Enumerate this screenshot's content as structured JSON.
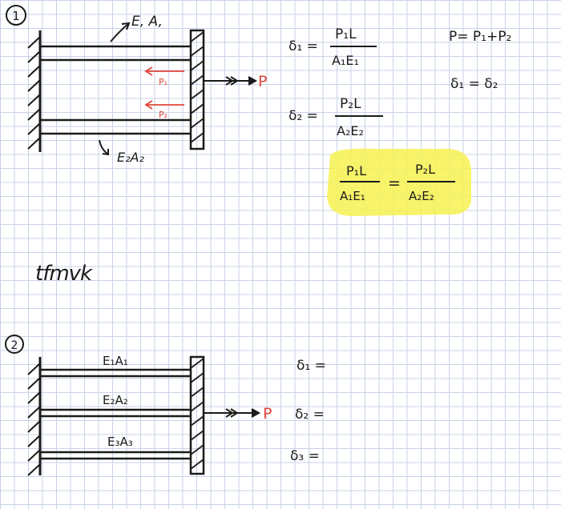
{
  "problem1": {
    "number": "1",
    "bar_top_label": "E, A,",
    "bar_bottom_label": "E₂A₂",
    "arrow_p1": "P₁",
    "arrow_p2": "P₂",
    "load": "P",
    "eq1_lhs": "δ₁ =",
    "eq1_num": "P₁L",
    "eq1_den": "A₁E₁",
    "eq2_lhs": "δ₂ =",
    "eq2_num": "P₂L",
    "eq2_den": "A₂E₂",
    "sum_eq": "P= P₁+P₂",
    "compat_eq": "δ₁ = δ₂",
    "hl_left_num": "P₁L",
    "hl_left_den": "A₁E₁",
    "hl_equals": "=",
    "hl_right_num": "P₂L",
    "hl_right_den": "A₂E₂"
  },
  "scribble": "tfmvk",
  "problem2": {
    "number": "2",
    "bar1_label": "E₁A₁",
    "bar2_label": "E₂A₂",
    "bar3_label": "E₃A₃",
    "load": "P",
    "d1": "δ₁ =",
    "d2": "δ₂ =",
    "d3": "δ₃ ="
  },
  "colors": {
    "ink": "#1b1b1b",
    "red": "#e2453a",
    "highlight": "#f6f25a",
    "grid": "#c9d2e6"
  }
}
